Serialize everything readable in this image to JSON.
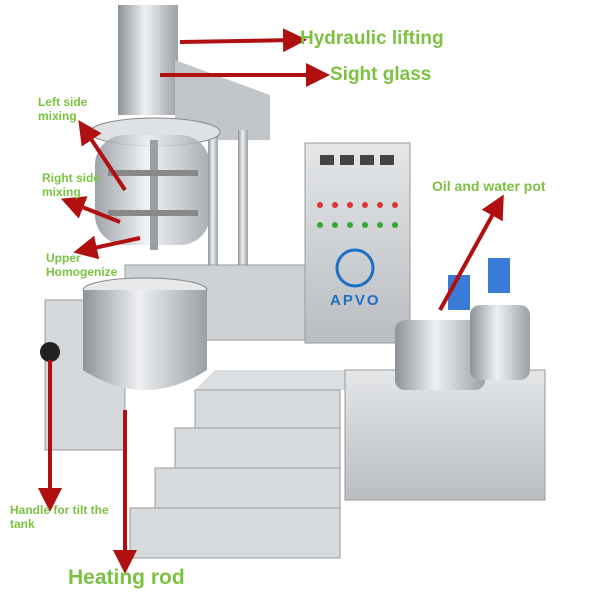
{
  "labels": {
    "hydraulic_lifting": "Hydraulic lifting",
    "sight_glass": "Sight glass",
    "left_side_mixing": "Left side mixing",
    "right_side_mixing": "Right side mixing",
    "upper_homogenize": "Upper Homogenize",
    "oil_water_pot": "Oil and water pot",
    "tilt_handle": "Handle for tilt the tank",
    "heating_rod": "Heating rod"
  },
  "logo": "APVO",
  "colors": {
    "label": "#7cc242",
    "arrow": "#b01010",
    "steel": "#c9ccd0",
    "logo": "#1e6fc4"
  }
}
